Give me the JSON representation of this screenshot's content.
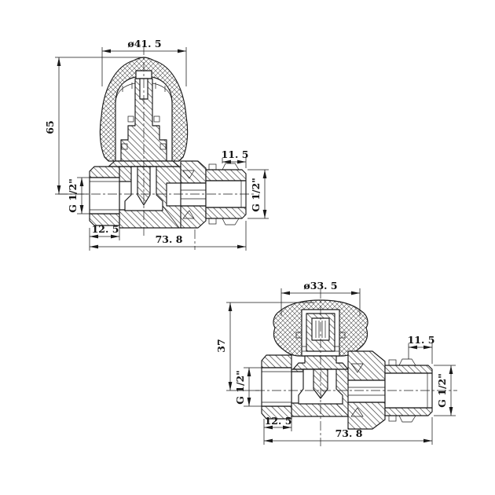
{
  "drawing": {
    "background": "#ffffff",
    "line_color": "#1a1a1a",
    "views": [
      {
        "name": "straight radiator valve with handwheel - section view",
        "dims": {
          "cap_diameter": "ø41. 5",
          "overall_height": "65",
          "inlet_thread": "G 1/2\"",
          "thread_length": "11. 5",
          "outlet_thread": "G 1/2\"",
          "socket_length": "12. 5",
          "overall_length": "73. 8"
        }
      },
      {
        "name": "straight radiator valve with protection cap - section view",
        "dims": {
          "cap_diameter": "ø33. 5",
          "overall_height": "37",
          "inlet_thread": "G 1/2\"",
          "thread_length": "11. 5",
          "outlet_thread": "G 1/2\"",
          "socket_length": "12. 5",
          "overall_length": "73. 8"
        }
      }
    ]
  }
}
